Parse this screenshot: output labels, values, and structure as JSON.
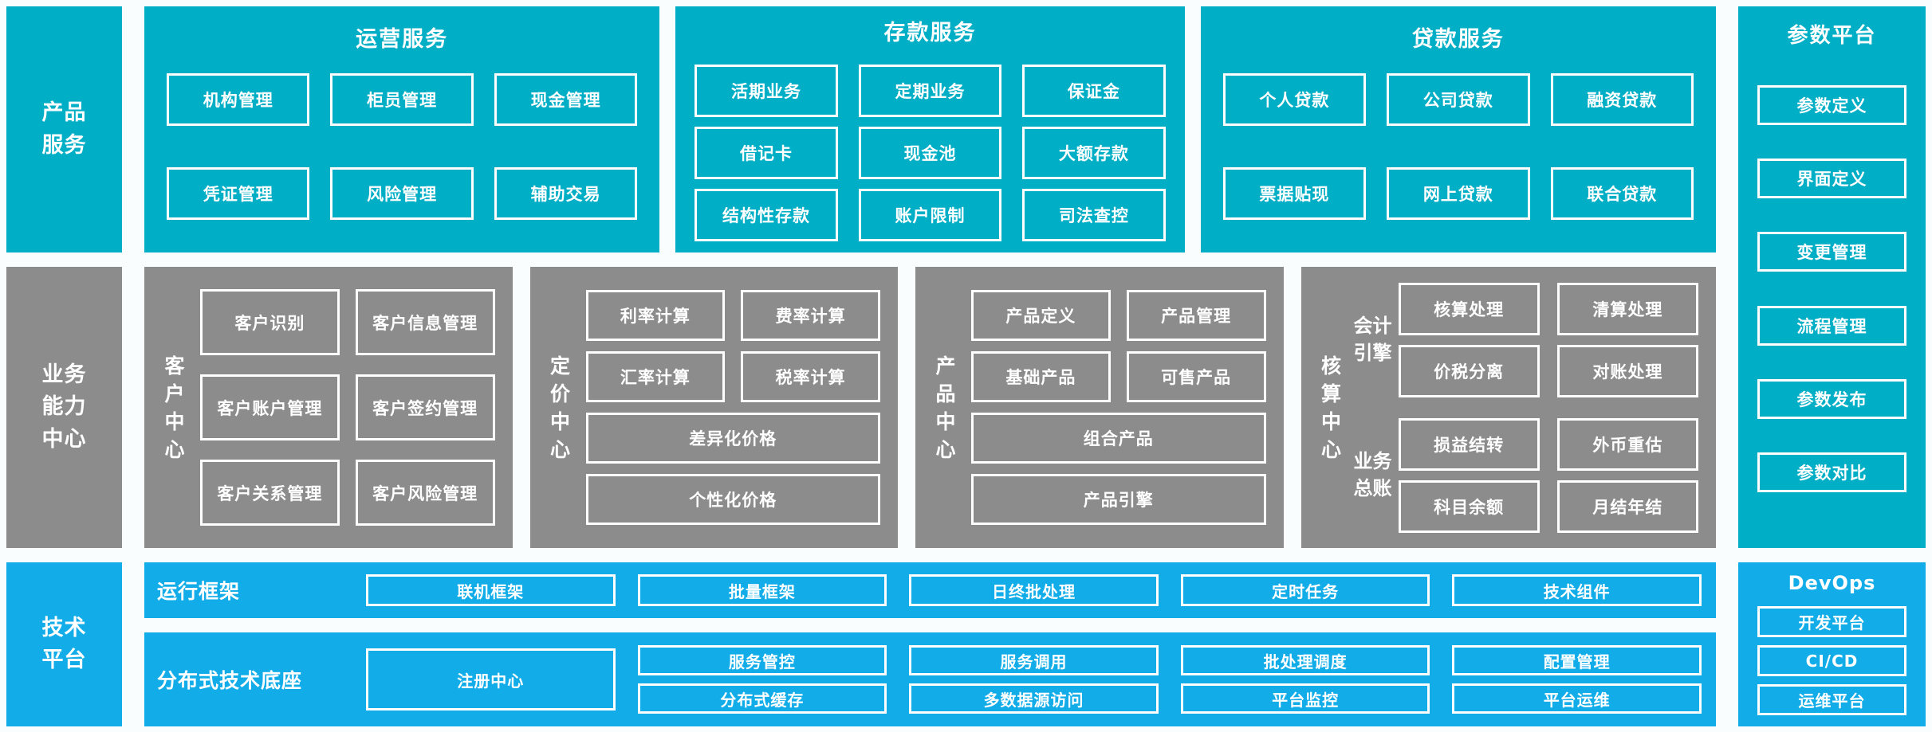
{
  "palette": {
    "teal": "#00aec5",
    "gray": "#8c8c8c",
    "blue": "#12ade9",
    "box_border": "#ffffff",
    "text": "#ffffff",
    "background": "#fafdfe"
  },
  "rails": {
    "product_services": "产品\n服务",
    "business_capability": "业务\n能力\n中心",
    "tech_platform": "技术\n平台"
  },
  "product_row": [
    {
      "title": "运营服务",
      "boxes": [
        "机构管理",
        "柜员管理",
        "现金管理",
        "凭证管理",
        "风险管理",
        "辅助交易"
      ]
    },
    {
      "title": "存款服务",
      "boxes": [
        "活期业务",
        "定期业务",
        "保证金",
        "借记卡",
        "现金池",
        "大额存款",
        "结构性存款",
        "账户限制",
        "司法查控"
      ]
    },
    {
      "title": "贷款服务",
      "boxes": [
        "个人贷款",
        "公司贷款",
        "融资贷款",
        "票据贴现",
        "网上贷款",
        "联合贷款"
      ]
    }
  ],
  "param_platform": {
    "title": "参数平台",
    "boxes": [
      "参数定义",
      "界面定义",
      "变更管理",
      "流程管理",
      "参数发布",
      "参数对比"
    ]
  },
  "capability_row": {
    "customer_center": {
      "label": "客户中心",
      "boxes": [
        "客户识别",
        "客户信息管理",
        "客户账户管理",
        "客户签约管理",
        "客户关系管理",
        "客户风险管理"
      ]
    },
    "pricing_center": {
      "label": "定价中心",
      "boxes": [
        "利率计算",
        "费率计算",
        "汇率计算",
        "税率计算"
      ],
      "wide_boxes": [
        "差异化价格",
        "个性化价格"
      ]
    },
    "product_center": {
      "label": "产品中心",
      "boxes": [
        "产品定义",
        "产品管理",
        "基础产品",
        "可售产品"
      ],
      "wide_boxes": [
        "组合产品",
        "产品引擎"
      ]
    },
    "accounting_center": {
      "label": "核算中心",
      "groups": [
        {
          "label": "会计引擎",
          "boxes": [
            "核算处理",
            "清算处理",
            "价税分离",
            "对账处理"
          ]
        },
        {
          "label": "业务总账",
          "boxes": [
            "损益结转",
            "外币重估",
            "科目余额",
            "月结年结"
          ]
        }
      ]
    }
  },
  "tech_row": {
    "runtime": {
      "label": "运行框架",
      "boxes": [
        "联机框架",
        "批量框架",
        "日终批处理",
        "定时任务",
        "技术组件"
      ]
    },
    "distributed": {
      "label": "分布式技术底座",
      "registry": "注册中心",
      "columns": [
        [
          "服务管控",
          "分布式缓存"
        ],
        [
          "服务调用",
          "多数据源访问"
        ],
        [
          "批处理调度",
          "平台监控"
        ],
        [
          "配置管理",
          "平台运维"
        ]
      ]
    },
    "devops": {
      "title": "DevOps",
      "boxes": [
        "开发平台",
        "CI/CD",
        "运维平台"
      ]
    }
  }
}
